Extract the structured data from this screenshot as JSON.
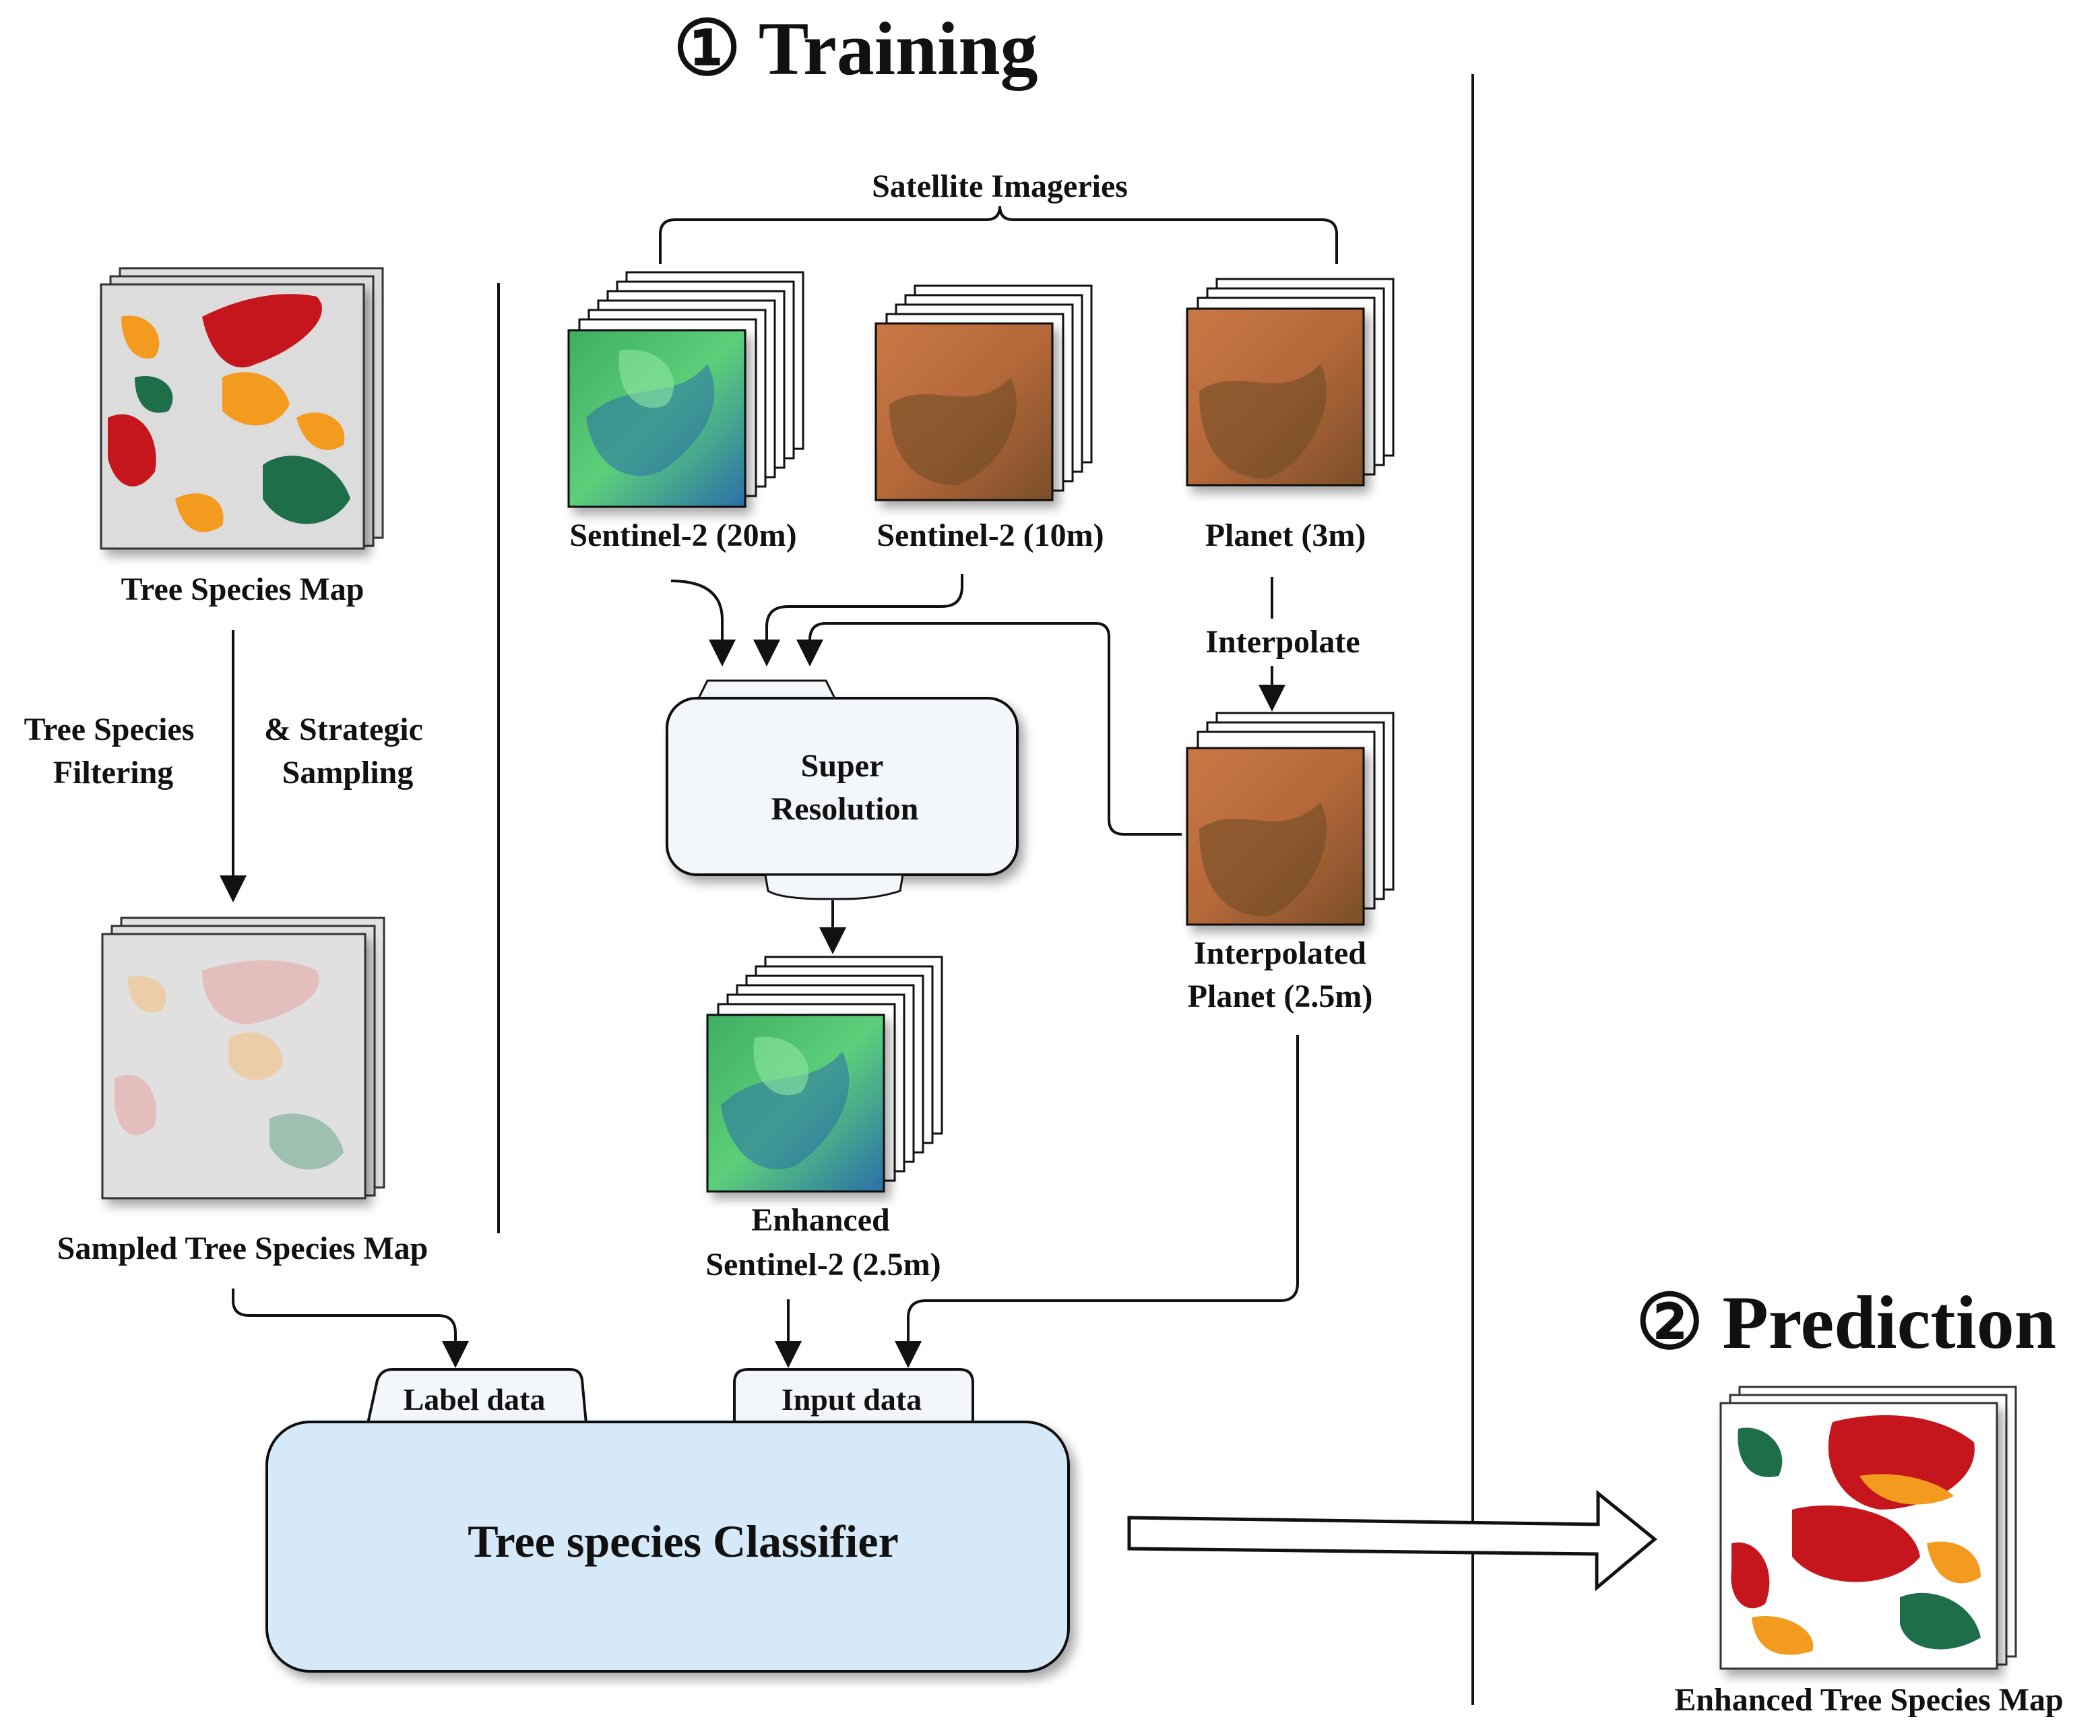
{
  "training": {
    "title": "① Training",
    "tree_species_map": "Tree Species Map",
    "filtering_left_1": "Tree Species",
    "filtering_left_2": "Filtering",
    "filtering_right_1": "& Strategic",
    "filtering_right_2": "Sampling",
    "sampled_map": "Sampled Tree Species Map",
    "satellite_imageries": "Satellite Imageries",
    "sentinel_20m": "Sentinel-2 (20m)",
    "sentinel_10m": "Sentinel-2 (10m)",
    "planet_3m": "Planet (3m)",
    "interpolate": "Interpolate",
    "interp_planet_1": "Interpolated",
    "interp_planet_2": "Planet (2.5m)",
    "super_res_1": "Super",
    "super_res_2": "Resolution",
    "enhanced_1": "Enhanced",
    "enhanced_2": "Sentinel-2 (2.5m)",
    "label_data": "Label data",
    "input_data": "Input data",
    "classifier": "Tree species Classifier"
  },
  "prediction": {
    "title": "② Prediction",
    "enhanced_map": "Enhanced Tree Species Map"
  },
  "colors": {
    "sentinel_green": "#3fae62",
    "sentinel_blue": "#2a6fa8",
    "planet_orange": "#b5683a",
    "planet_dark": "#6b4a24",
    "species_red": "#c4161c",
    "species_orange": "#f29b1f",
    "species_green": "#1f6e4a",
    "classifier_fill": "#d6e9f8",
    "superres_fill": "#f3f7fb"
  }
}
